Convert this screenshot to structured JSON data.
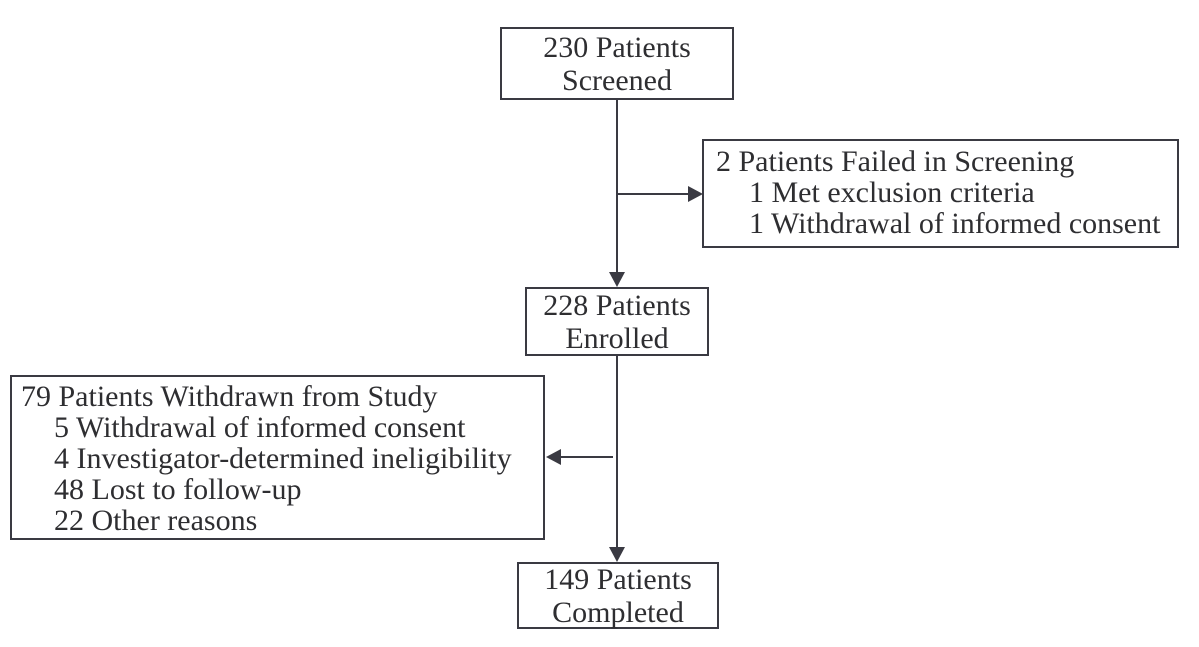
{
  "diagram": {
    "type": "flowchart",
    "background_color": "#ffffff",
    "line_color": "#3a3a42",
    "text_color": "#2e2e31",
    "nodes": {
      "screened": {
        "label": "230 Patients\nScreened"
      },
      "screen_failed": {
        "title": "2 Patients Failed in Screening",
        "items": [
          "1 Met exclusion criteria",
          "1 Withdrawal of informed consent"
        ]
      },
      "enrolled": {
        "label": "228 Patients\nEnrolled"
      },
      "withdrawn": {
        "title": "79 Patients Withdrawn from Study",
        "items": [
          "5 Withdrawal of informed consent",
          "4 Investigator-determined ineligibility",
          "48 Lost to follow-up",
          "22 Other reasons"
        ]
      },
      "completed": {
        "label": "149 Patients\nCompleted"
      }
    },
    "edges": [
      {
        "from": "screened",
        "to": "enrolled",
        "direction": "down"
      },
      {
        "from": "screened",
        "to": "screen_failed",
        "direction": "right"
      },
      {
        "from": "enrolled",
        "to": "completed",
        "direction": "down"
      },
      {
        "from": "enrolled",
        "to": "withdrawn",
        "direction": "left"
      }
    ]
  }
}
